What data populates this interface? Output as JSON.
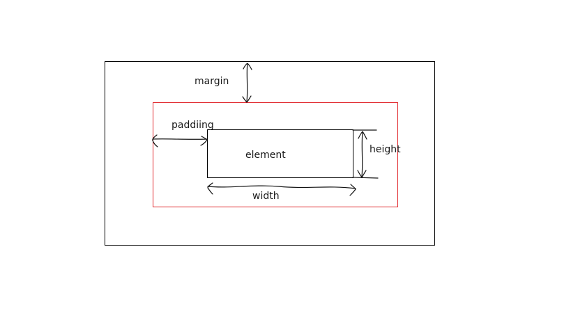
{
  "labels": {
    "margin": "margin",
    "padding": "paddiing",
    "element": "element",
    "height": "height",
    "width": "width"
  },
  "colors": {
    "outer_box": "#000000",
    "padding_box": "#e0262b",
    "element_box": "#000000",
    "annotation": "#111111",
    "text": "#1a1a1a"
  }
}
